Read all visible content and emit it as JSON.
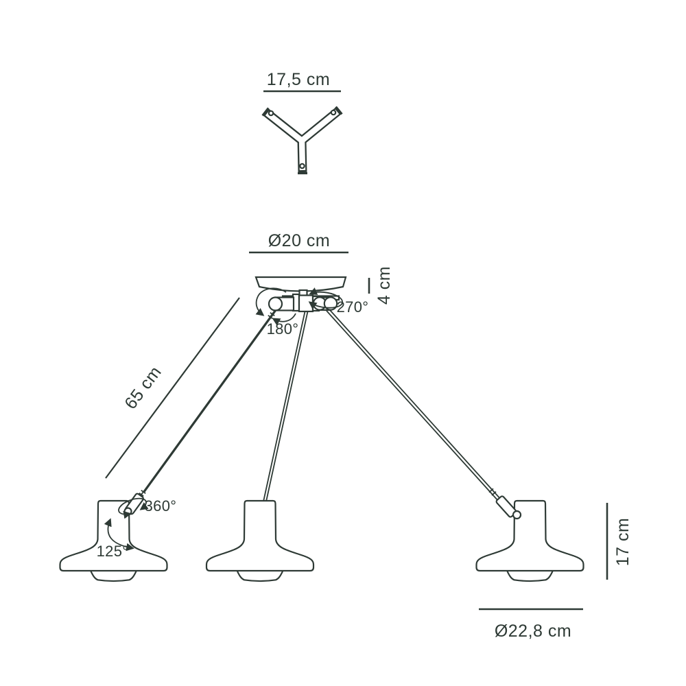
{
  "colors": {
    "line": "#2e3a35",
    "background": "#ffffff"
  },
  "labels": {
    "bracket_width": "17,5 cm",
    "canopy_diameter": "Ø20 cm",
    "canopy_height": "4 cm",
    "canopy_rotation_outer": "270°",
    "canopy_rotation_inner": "180°",
    "arm_length": "65 cm",
    "head_swivel": "360°",
    "head_tilt": "125°",
    "shade_height": "17 cm",
    "shade_diameter": "Ø22,8 cm"
  }
}
